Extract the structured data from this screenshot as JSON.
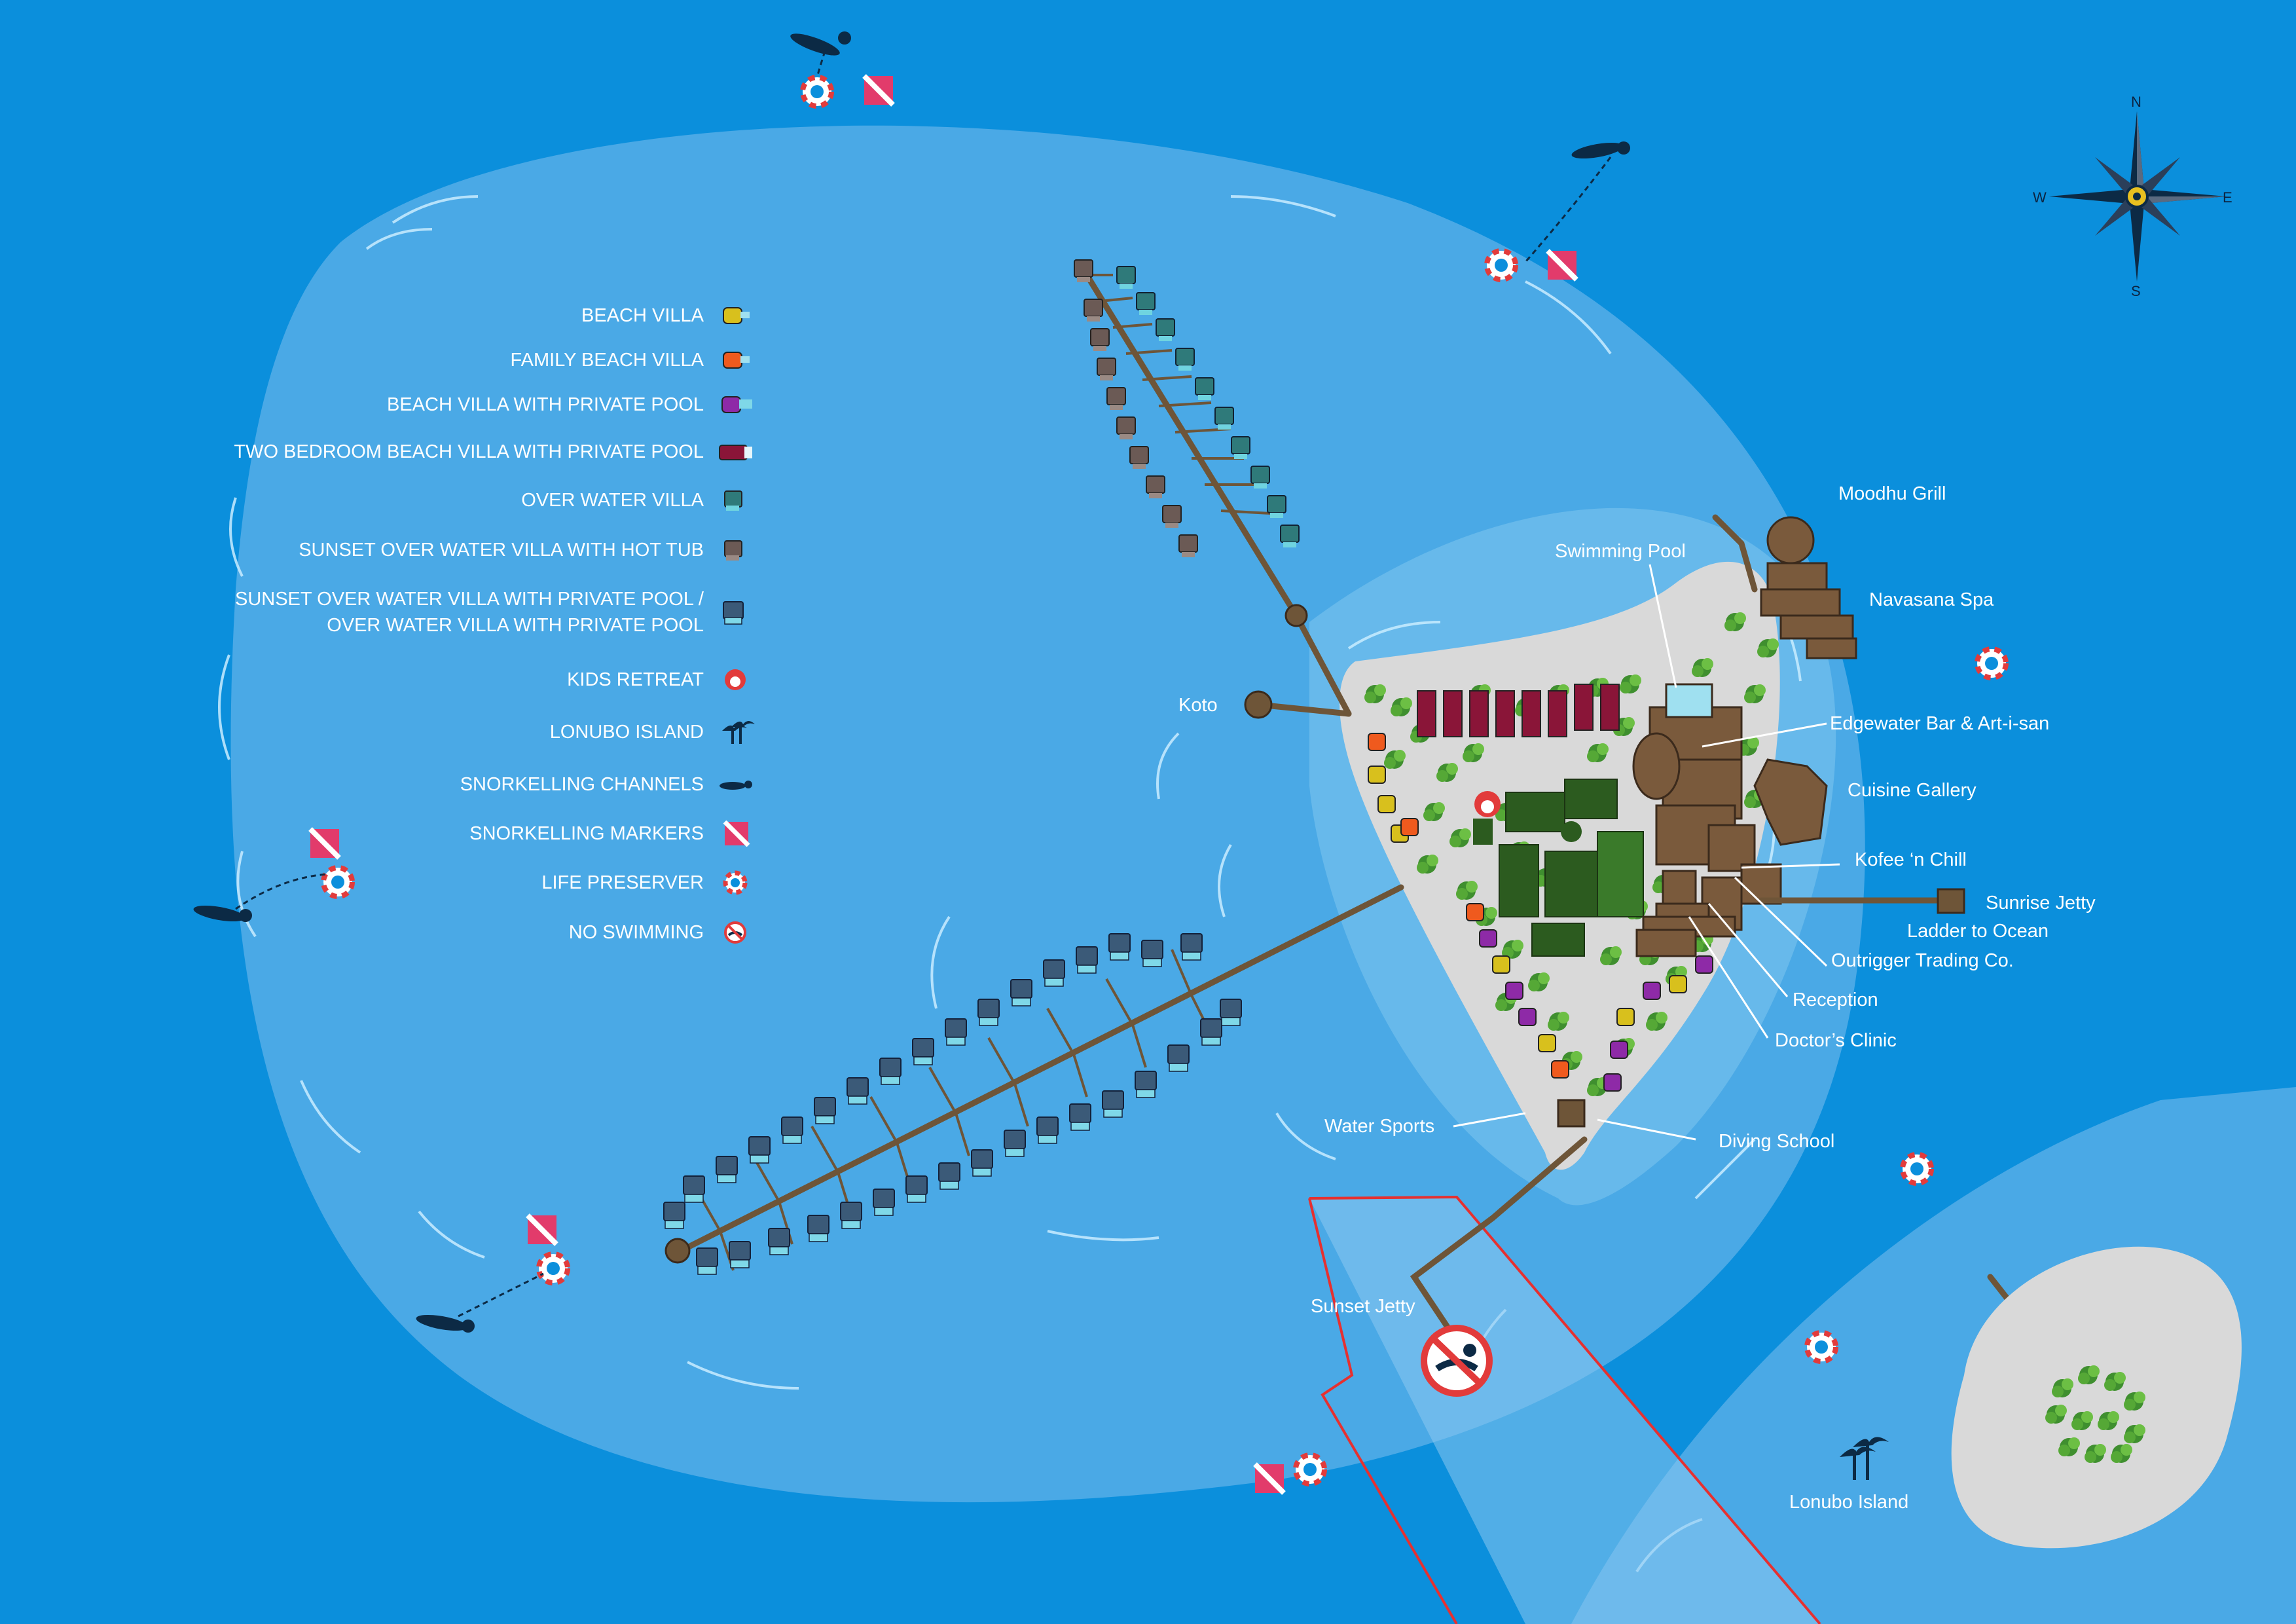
{
  "legend": {
    "beach_villa": "BEACH VILLA",
    "family_beach_villa": "FAMILY BEACH VILLA",
    "beach_villa_private_pool": "BEACH VILLA WITH PRIVATE POOL",
    "two_bedroom": "TWO BEDROOM BEACH VILLA WITH PRIVATE POOL",
    "over_water_villa": "OVER WATER VILLA",
    "sunset_hot_tub": "SUNSET OVER WATER VILLA WITH HOT TUB",
    "sunset_private_pool_line1": "SUNSET OVER WATER VILLA WITH PRIVATE POOL /",
    "sunset_private_pool_line2": "OVER WATER VILLA WITH PRIVATE POOL",
    "kids_retreat": "KIDS RETREAT",
    "lonubo_island": "LONUBO ISLAND",
    "snorkelling_channels": "SNORKELLING CHANNELS",
    "snorkelling_markers": "SNORKELLING MARKERS",
    "life_preserver": "LIFE PRESERVER",
    "no_swimming": "NO SWIMMING"
  },
  "places": {
    "moodhu_grill": "Moodhu Grill",
    "swimming_pool": "Swimming Pool",
    "navasana_spa": "Navasana Spa",
    "edgewater": "Edgewater Bar & Art-i-san",
    "cuisine_gallery": "Cuisine Gallery",
    "kofee": "Kofee ‘n Chill",
    "sunrise_jetty": "Sunrise Jetty",
    "ladder": "Ladder to Ocean",
    "outrigger": "Outrigger Trading Co.",
    "reception": "Reception",
    "doctors_clinic": "Doctor’s Clinic",
    "water_sports": "Water Sports",
    "diving_school": "Diving School",
    "koto": "Koto",
    "sunset_jetty": "Sunset Jetty",
    "lonubo_island": "Lonubo Island"
  },
  "compass": {
    "n": "N",
    "s": "S",
    "e": "E",
    "w": "W"
  },
  "colors": {
    "ocean": "#0b8fdc",
    "lagoon": "#4aa9e6",
    "sand": "#d9d9d9",
    "vegetation": "#5a9e3a",
    "beach_villa": "#d8c01d",
    "family_beach_villa": "#ef5a1e",
    "beach_villa_private_pool": "#8e2aa7",
    "two_bedroom": "#8a1538",
    "over_water_villa": "#2f7a7a",
    "sunset_hot_tub": "#6b5a55",
    "sunset_private_pool": "#3b5a78",
    "jetty": "#6e5538",
    "no_swim_zone": "#e63030"
  }
}
